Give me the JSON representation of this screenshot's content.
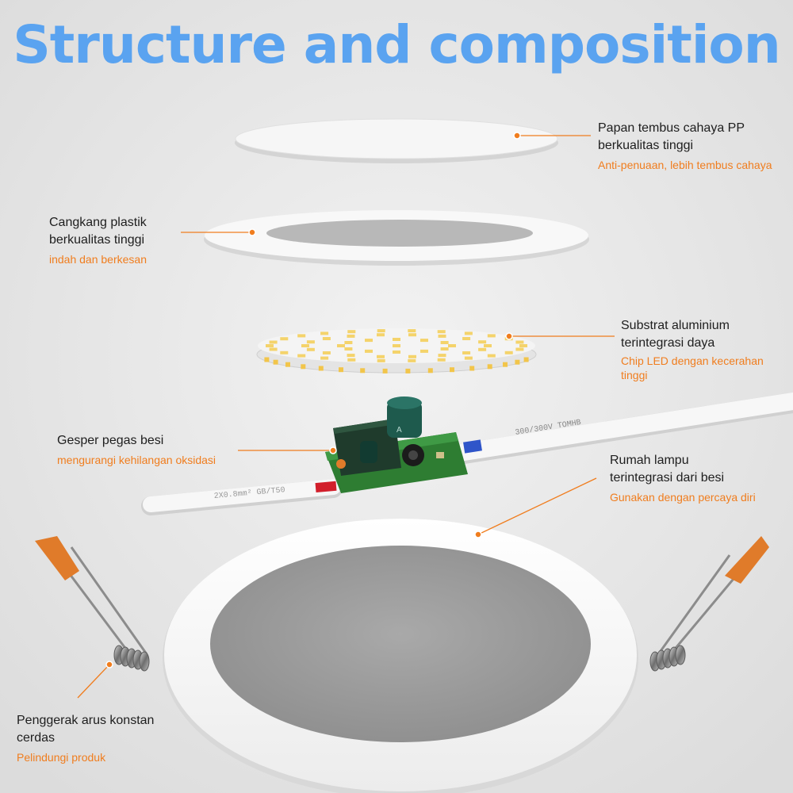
{
  "title": "Structure and composition",
  "colors": {
    "title": "#5aa3f0",
    "accent": "#f07d1e",
    "background": "#e6e6e6",
    "pcb": "#2e7d32",
    "driver_case": "#1f3b2c"
  },
  "labels": [
    {
      "id": "pp-panel",
      "title": "Papan tembus cahaya PP\nberkualitas tinggi",
      "subtitle": "Anti-penuaan, lebih tembus cahaya"
    },
    {
      "id": "plastic-shell",
      "title": "Cangkang plastik\nberkualitas tinggi",
      "subtitle": "indah dan berkesan"
    },
    {
      "id": "aluminium-substrate",
      "title": "Substrat aluminium\nterintegrasi daya",
      "subtitle": "Chip LED dengan kecerahan\ntinggi"
    },
    {
      "id": "spring-clip",
      "title": "Gesper pegas besi",
      "subtitle": "mengurangi kehilangan oksidasi"
    },
    {
      "id": "lamp-housing",
      "title": "Rumah lampu\nterintegrasi dari besi",
      "subtitle": "Gunakan dengan percaya diri"
    },
    {
      "id": "driver",
      "title": "Penggerak arus konstan\ncerdas",
      "subtitle": "Pelindungi produk"
    }
  ],
  "cable_texts": {
    "right": "300/300V  TOMHB",
    "left": "2X0.8mm²  GB/T50",
    "board": "A"
  }
}
